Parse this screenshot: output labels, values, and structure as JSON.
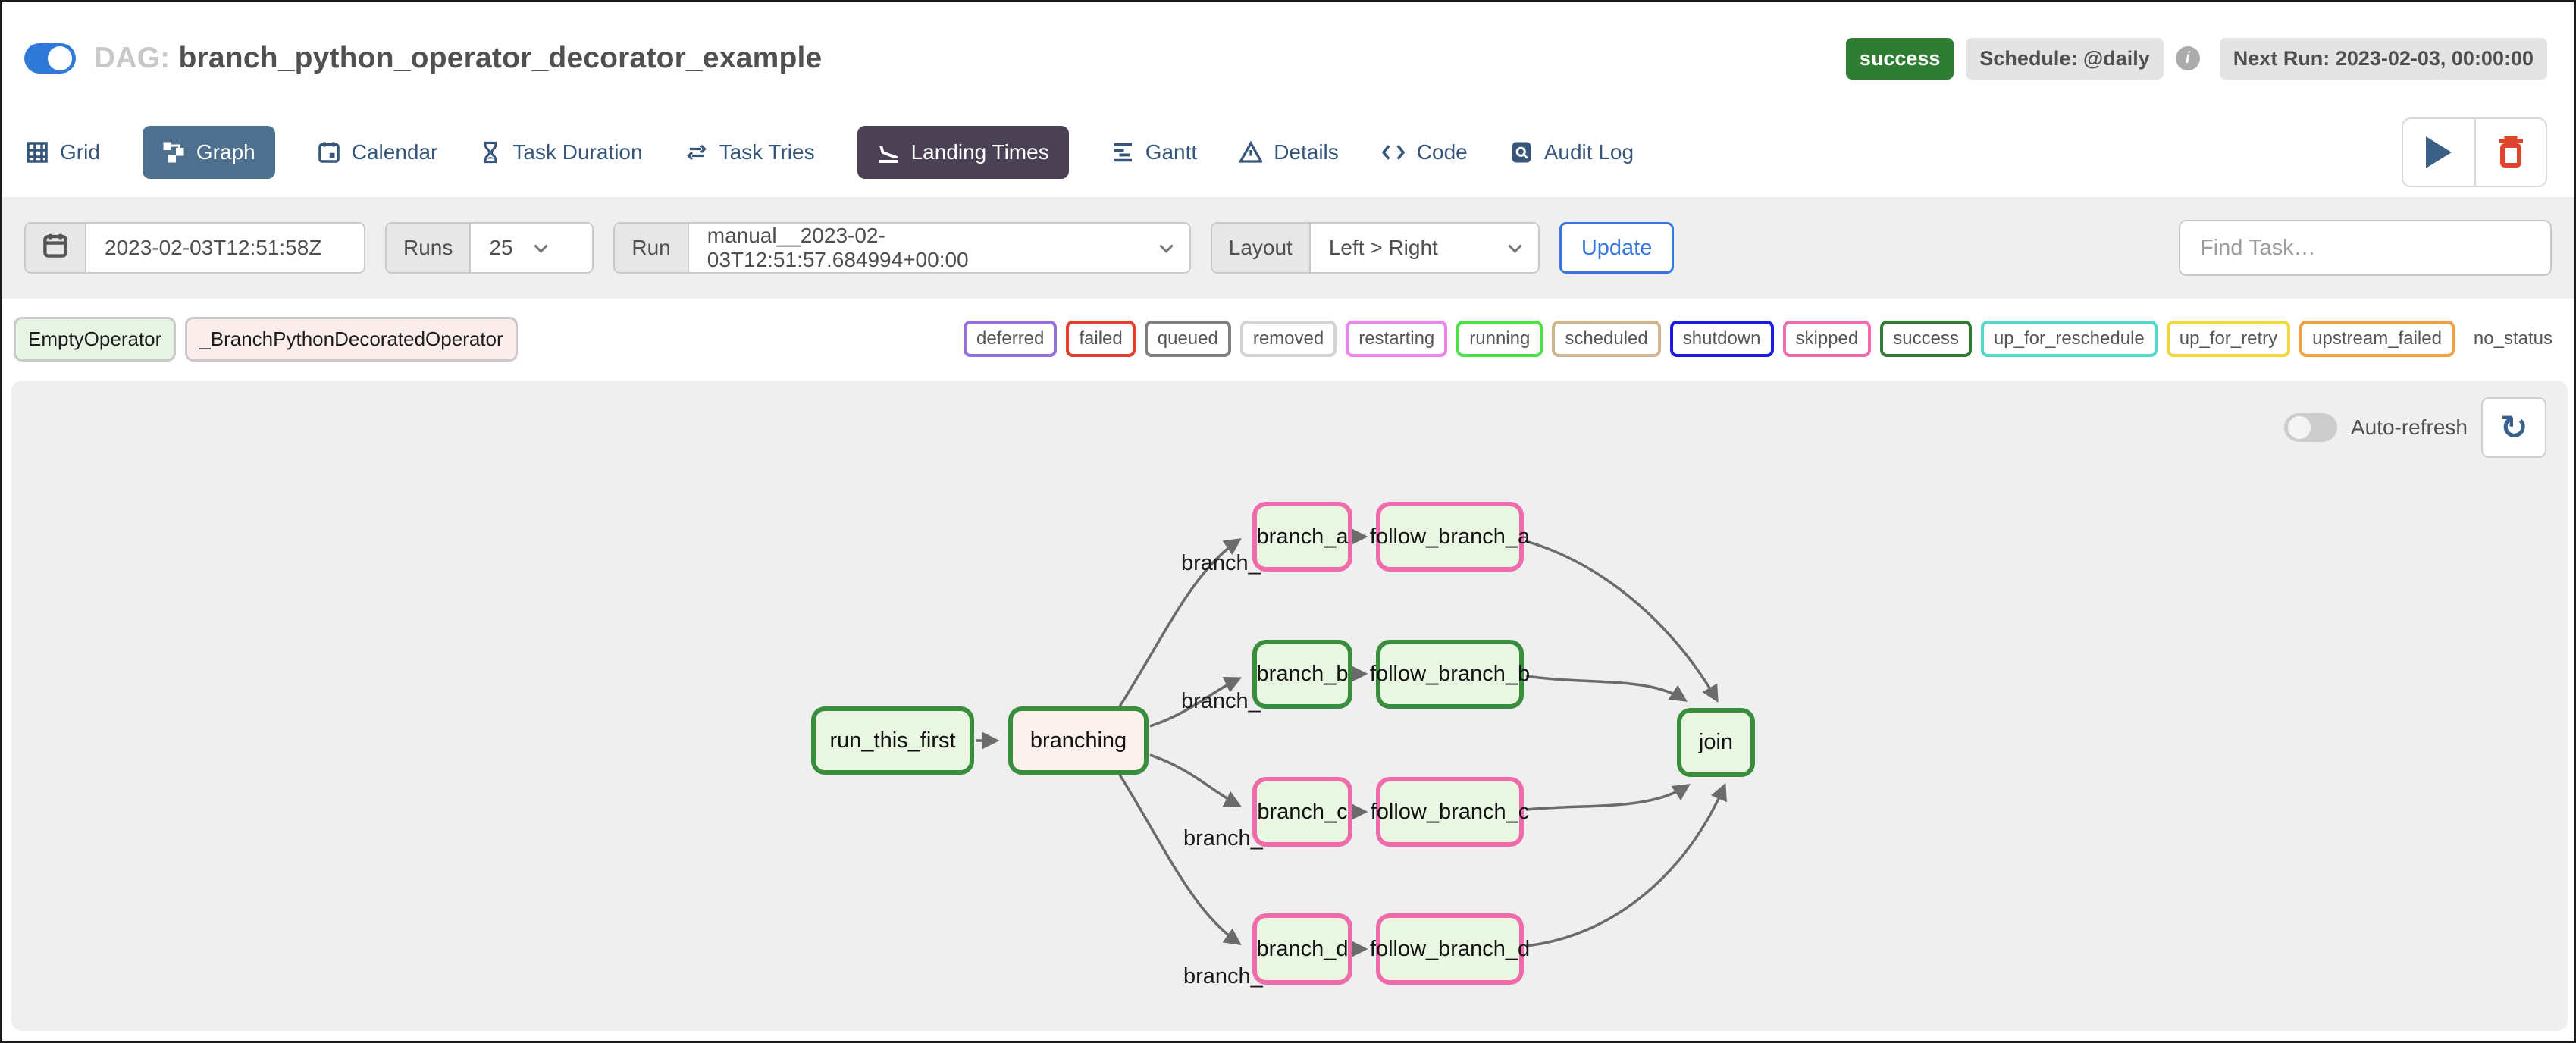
{
  "header": {
    "title_prefix": "DAG:",
    "title": "branch_python_operator_decorator_example",
    "status_badge": "success",
    "status_badge_color": "#2f7d32",
    "schedule_badge": "Schedule: @daily",
    "info_icon_glyph": "i",
    "next_run_badge": "Next Run: 2023-02-03, 00:00:00"
  },
  "tabs": {
    "selected_bg": "#4e708f",
    "highlight_bg": "#4a4155",
    "items": [
      {
        "label": "Grid"
      },
      {
        "label": "Graph"
      },
      {
        "label": "Calendar"
      },
      {
        "label": "Task Duration"
      },
      {
        "label": "Task Tries"
      },
      {
        "label": "Landing Times"
      },
      {
        "label": "Gantt"
      },
      {
        "label": "Details"
      },
      {
        "label": "Code"
      },
      {
        "label": "Audit Log"
      }
    ]
  },
  "toolbar": {
    "date_value": "2023-02-03T12:51:58Z",
    "runs_label": "Runs",
    "runs_value": "25",
    "run_label": "Run",
    "run_value": "manual__2023-02-03T12:51:57.684994+00:00",
    "layout_label": "Layout",
    "layout_value": "Left > Right",
    "update_label": "Update",
    "find_task_placeholder": "Find Task…"
  },
  "legend": {
    "operators": [
      {
        "label": "EmptyOperator",
        "fill": "#e8f4e3"
      },
      {
        "label": "_BranchPythonDecoratedOperator",
        "fill": "#fbedeb"
      }
    ],
    "statuses": [
      {
        "label": "deferred",
        "color": "#9370db"
      },
      {
        "label": "failed",
        "color": "#e53d2c"
      },
      {
        "label": "queued",
        "color": "#808080"
      },
      {
        "label": "removed",
        "color": "#d3d3d3"
      },
      {
        "label": "restarting",
        "color": "#ee82ee"
      },
      {
        "label": "running",
        "color": "#46e246"
      },
      {
        "label": "scheduled",
        "color": "#d2b48c"
      },
      {
        "label": "shutdown",
        "color": "#1b1be8"
      },
      {
        "label": "skipped",
        "color": "#ef6bab"
      },
      {
        "label": "success",
        "color": "#2e7d32"
      },
      {
        "label": "up_for_reschedule",
        "color": "#52d8ca"
      },
      {
        "label": "up_for_retry",
        "color": "#f2d73a"
      },
      {
        "label": "upstream_failed",
        "color": "#eea23d"
      },
      {
        "label": "no_status",
        "color": null
      }
    ]
  },
  "canvas": {
    "auto_refresh_label": "Auto-refresh",
    "refresh_icon_glyph": "↻"
  },
  "graph": {
    "nodes": [
      {
        "id": "run_this_first",
        "label": "run_this_first",
        "fill": "#e9f6e2",
        "border": "#388e3c"
      },
      {
        "id": "branching",
        "label": "branching",
        "fill": "#fcf1ec",
        "border": "#388e3c"
      },
      {
        "id": "branch_a",
        "label": "branch_a",
        "fill": "#e9f6e2",
        "border": "#f06bac"
      },
      {
        "id": "follow_branch_a",
        "label": "follow_branch_a",
        "fill": "#e9f6e2",
        "border": "#f06bac"
      },
      {
        "id": "branch_b",
        "label": "branch_b",
        "fill": "#e9f6e2",
        "border": "#388e3c"
      },
      {
        "id": "follow_branch_b",
        "label": "follow_branch_b",
        "fill": "#e9f6e2",
        "border": "#388e3c"
      },
      {
        "id": "branch_c",
        "label": "branch_c",
        "fill": "#e9f6e2",
        "border": "#f06bac"
      },
      {
        "id": "follow_branch_c",
        "label": "follow_branch_c",
        "fill": "#e9f6e2",
        "border": "#f06bac"
      },
      {
        "id": "branch_d",
        "label": "branch_d",
        "fill": "#e9f6e2",
        "border": "#f06bac"
      },
      {
        "id": "follow_branch_d",
        "label": "follow_branch_d",
        "fill": "#e9f6e2",
        "border": "#f06bac"
      },
      {
        "id": "join",
        "label": "join",
        "fill": "#e9f6e2",
        "border": "#388e3c"
      }
    ],
    "edge_labels": [
      {
        "text": "branch_a"
      },
      {
        "text": "branch_b"
      },
      {
        "text": "branch_c"
      },
      {
        "text": "branch_d"
      }
    ]
  }
}
